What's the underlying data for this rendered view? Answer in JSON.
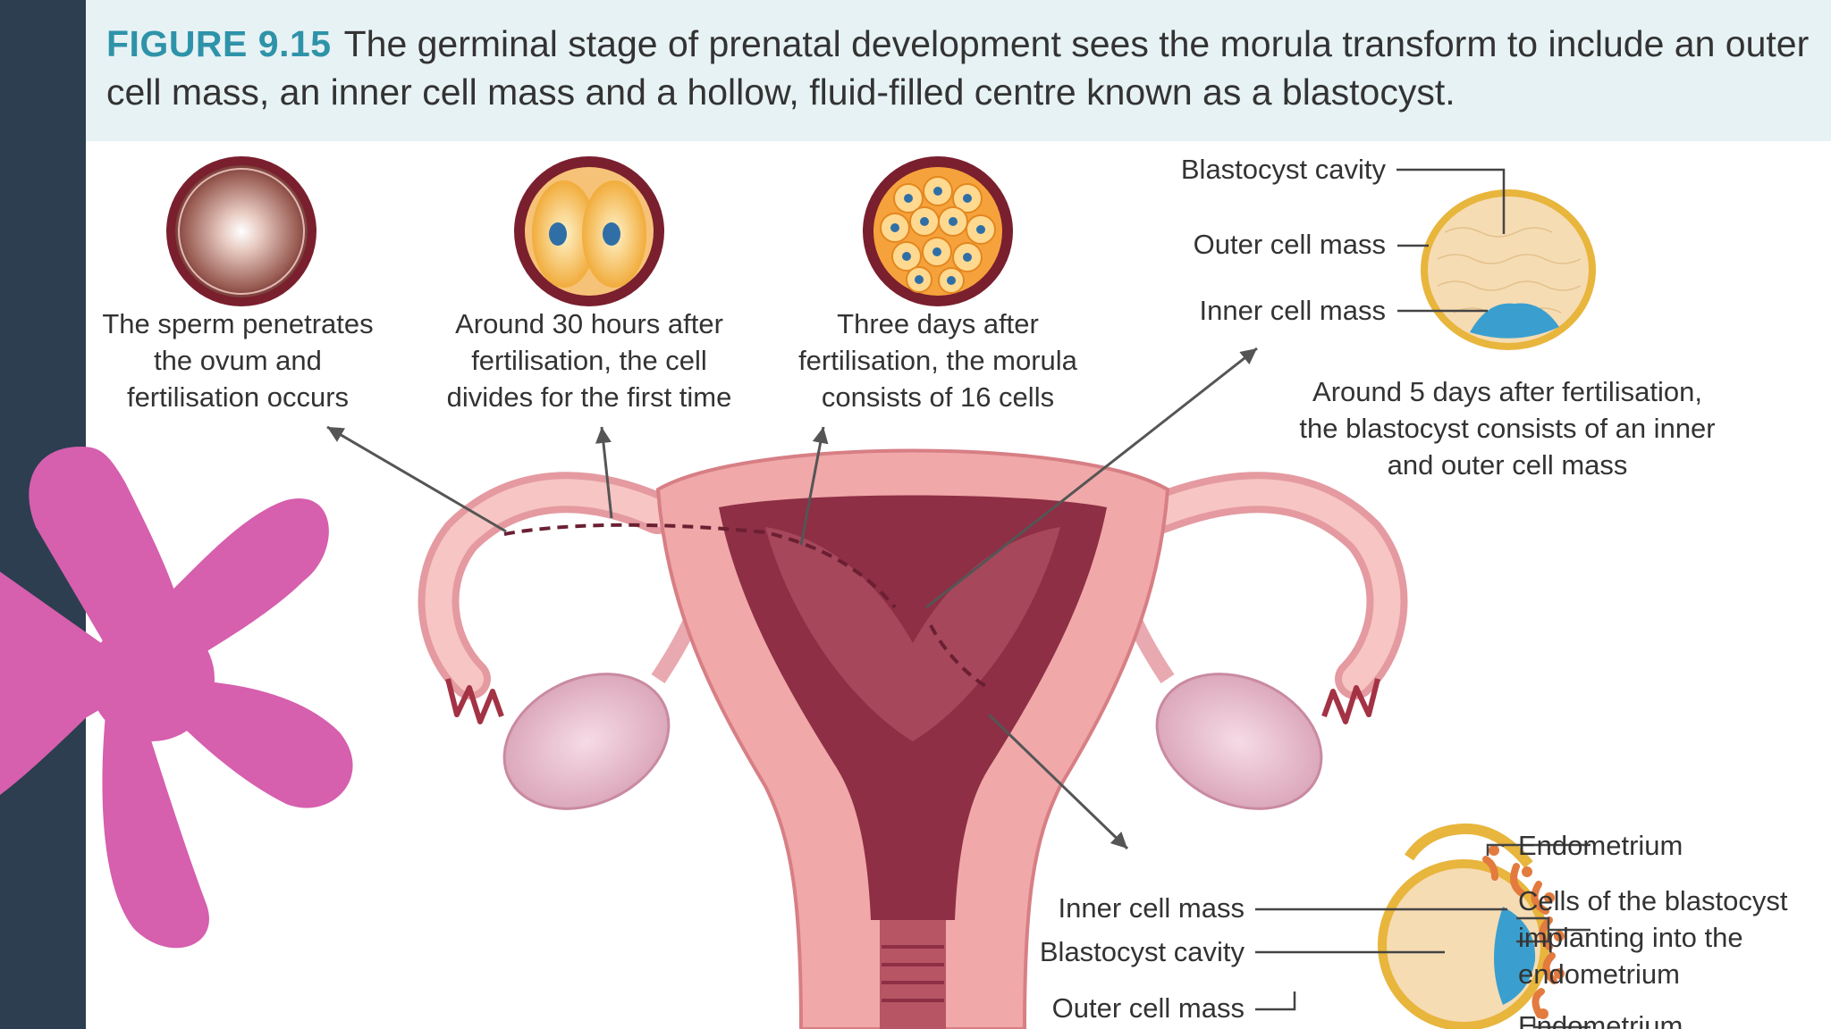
{
  "caption": {
    "figure_number": "FIGURE 9.15",
    "text": "The germinal stage of prenatal development sees the morula transform to include an outer cell mass, an inner cell mass and a hollow, fluid-filled centre known as a blastocyst."
  },
  "stages": [
    {
      "lines": [
        "The sperm penetrates",
        "the ovum and",
        "fertilisation occurs"
      ]
    },
    {
      "lines": [
        "Around 30 hours after",
        "fertilisation, the cell",
        "divides for the first time"
      ]
    },
    {
      "lines": [
        "Three days after",
        "fertilisation, the morula",
        "consists of 16 cells"
      ]
    },
    {
      "lines": [
        "Around 5 days after fertilisation,",
        "the blastocyst consists of an inner",
        "and outer cell mass"
      ]
    }
  ],
  "blastocyst_labels": {
    "cavity": "Blastocyst cavity",
    "outer": "Outer cell mass",
    "inner": "Inner cell mass"
  },
  "implant_labels": {
    "inner": "Inner cell mass",
    "cavity": "Blastocyst cavity",
    "outer": "Outer cell mass",
    "endometrium_top": "Endometrium",
    "implanting": [
      "Cells of the blastocyst",
      "implanting into the",
      "endometrium"
    ],
    "endometrium_bottom": "Endometrium"
  },
  "colors": {
    "sidebar": "#2c3e50",
    "caption_bg": "#e7f2f5",
    "figure_number": "#2e93a8",
    "asterisk": "#d65fae"
  }
}
